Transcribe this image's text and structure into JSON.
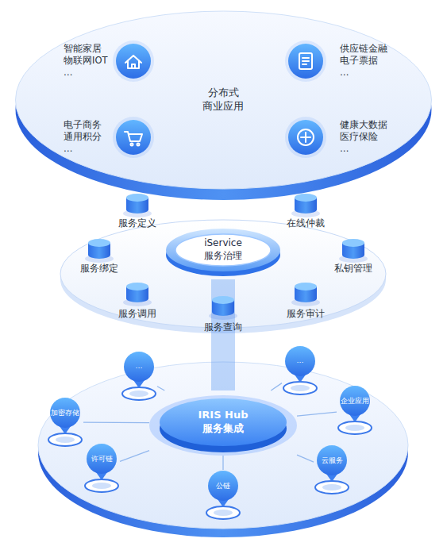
{
  "diagram": {
    "nodes": [
      {
        "text": [
          "分布式 商业应用"
        ]
      },
      {
        "text": [
          "智能家居 物联网IOT …"
        ],
        "in": 0
      },
      {
        "text": [
          "供应链金融 电子票据 …"
        ],
        "in": 0
      },
      {
        "text": [
          "电子商务 通用积分 …"
        ],
        "in": 0
      },
      {
        "text": [
          "健康大数据 医疗保险 …"
        ],
        "in": 0
      },
      {
        "text": [
          "服务定义"
        ]
      },
      {
        "text": [
          "在线仲裁"
        ]
      },
      {
        "text": [
          "iService 服务治理"
        ]
      },
      {
        "text": [
          "服务绑定"
        ]
      },
      {
        "text": [
          "私钥管理"
        ]
      },
      {
        "text": [
          "服务调用"
        ]
      },
      {
        "text": [
          "服务查询"
        ]
      },
      {
        "text": [
          "服务审计"
        ]
      },
      {
        "text": [
          "…"
        ]
      },
      {
        "text": [
          "…"
        ]
      },
      {
        "text": [
          "IRIS Hub 服务集成"
        ]
      },
      {
        "text": [
          "加密存储"
        ]
      },
      {
        "text": [
          "企业应用"
        ]
      },
      {
        "text": [
          "许可链"
        ]
      },
      {
        "text": [
          "云服务"
        ]
      },
      {
        "text": [
          "公链"
        ]
      }
    ],
    "edges": [
      {
        "from": 7,
        "to": 15,
        "arrow": "none"
      },
      {
        "from": 15,
        "to": 13,
        "arrow": "none"
      },
      {
        "from": 15,
        "to": 14,
        "arrow": "none"
      },
      {
        "from": 15,
        "to": 16,
        "arrow": "none"
      },
      {
        "from": 15,
        "to": 17,
        "arrow": "none"
      },
      {
        "from": 15,
        "to": 18,
        "arrow": "none"
      },
      {
        "from": 15,
        "to": 19,
        "arrow": "none"
      },
      {
        "from": 15,
        "to": 20,
        "arrow": "none"
      }
    ]
  }
}
